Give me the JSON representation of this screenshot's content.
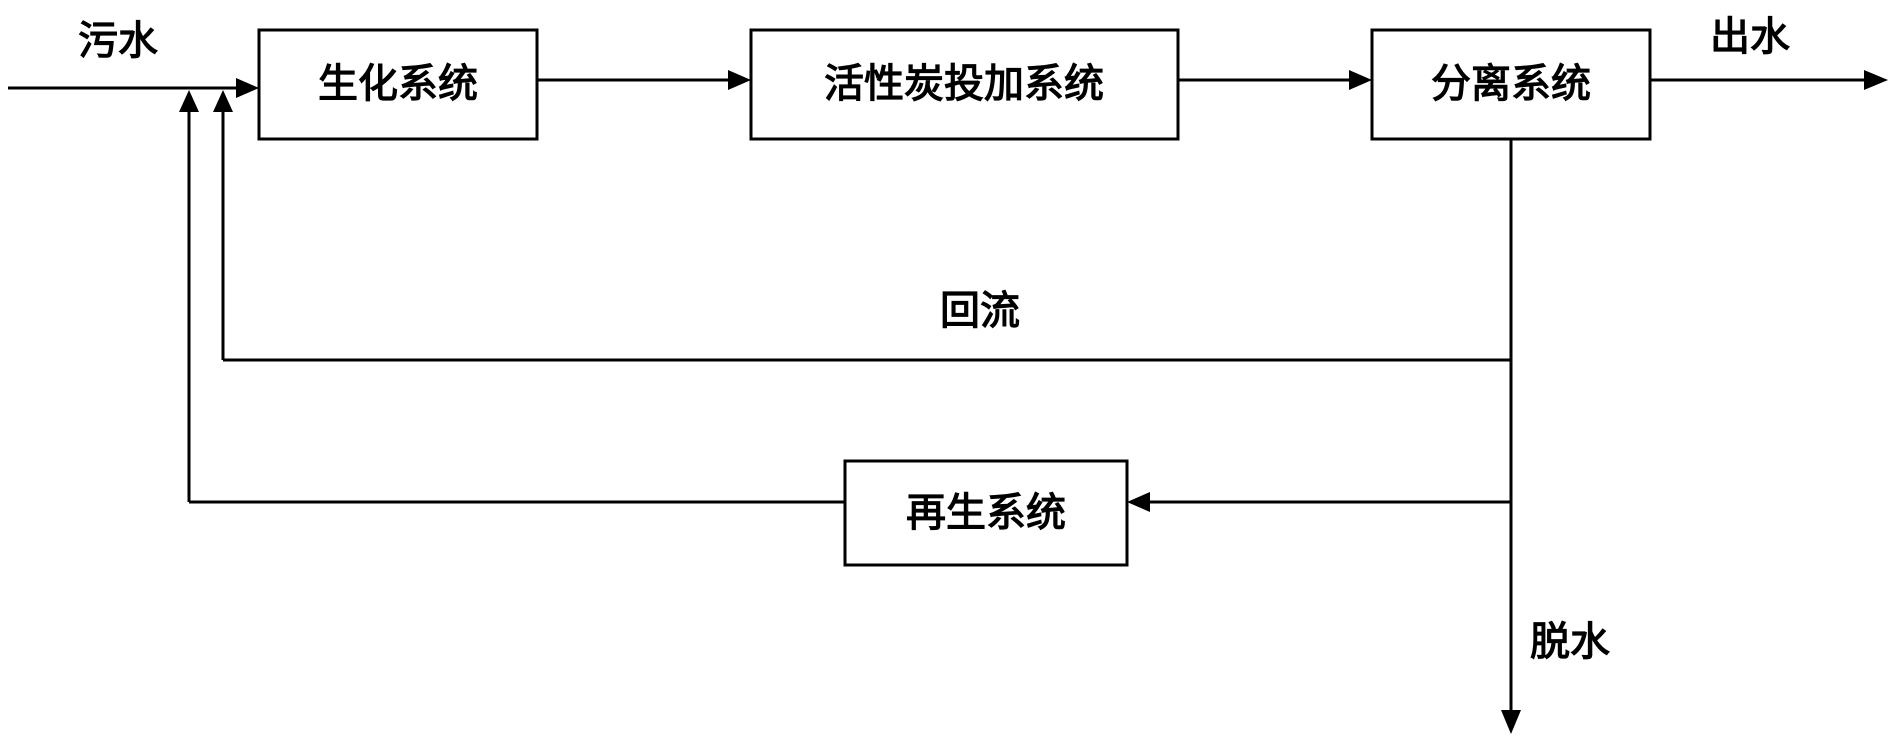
{
  "nodes": {
    "biochemical": "生化系统",
    "carbon_dosing": "活性炭投加系统",
    "separation": "分离系统",
    "regeneration": "再生系统"
  },
  "labels": {
    "sewage": "污水",
    "effluent": "出水",
    "reflux": "回流",
    "dewatering": "脱水"
  }
}
